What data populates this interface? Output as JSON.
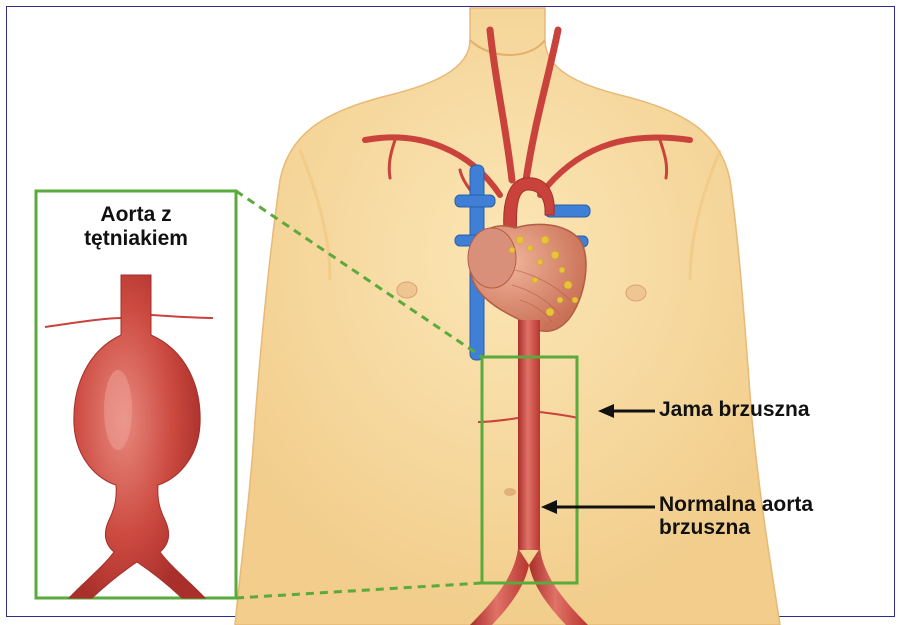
{
  "labels": {
    "inset_title_line1": "Aorta z",
    "inset_title_line2": "tętniakiem",
    "abdomen": "Jama brzuszna",
    "normal_aorta_line1": "Normalna aorta",
    "normal_aorta_line2": "brzuszna"
  },
  "colors": {
    "frame_border": "#2e2e8a",
    "skin": "#f8dca2",
    "skin_shade": "#eec47e",
    "artery": "#c9423c",
    "artery_highlight": "#e8837a",
    "vein": "#3f7fd6",
    "heart": "#d6856a",
    "fat": "#e8c23a",
    "highlight_box": "#5aaa3c",
    "arrow": "#111111"
  }
}
